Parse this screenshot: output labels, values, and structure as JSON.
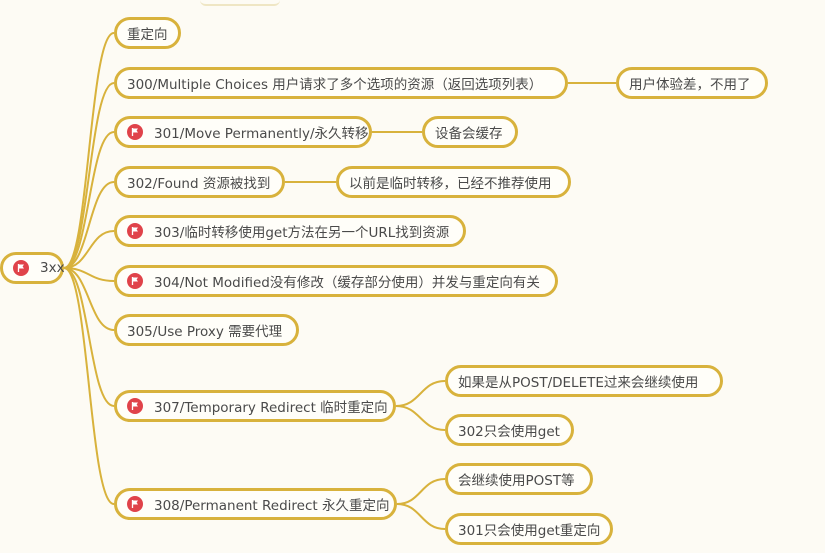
{
  "colors": {
    "line": "#d8b23c",
    "node_bg": "#fffef9",
    "flag": "#e0434a",
    "text": "#4a4a4a"
  },
  "root": {
    "label": "3xx",
    "icon": "flag-icon"
  },
  "branches": [
    {
      "label": "重定向",
      "flag": false,
      "children": []
    },
    {
      "label": "300/Multiple Choices 用户请求了多个选项的资源（返回选项列表）",
      "flag": false,
      "children": [
        "用户体验差，不用了"
      ]
    },
    {
      "label": "301/Move Permanently/永久转移",
      "flag": true,
      "children": [
        "设备会缓存"
      ]
    },
    {
      "label": "302/Found 资源被找到",
      "flag": false,
      "children": [
        "以前是临时转移，已经不推荐使用"
      ]
    },
    {
      "label": "303/临时转移使用get方法在另一个URL找到资源",
      "flag": true,
      "children": []
    },
    {
      "label": "304/Not Modified没有修改（缓存部分使用）并发与重定向有关",
      "flag": true,
      "children": []
    },
    {
      "label": "305/Use Proxy 需要代理",
      "flag": false,
      "children": []
    },
    {
      "label": "307/Temporary Redirect 临时重定向",
      "flag": true,
      "children": [
        "如果是从POST/DELETE过来会继续使用",
        "302只会使用get"
      ]
    },
    {
      "label": "308/Permanent Redirect 永久重定向",
      "flag": true,
      "children": [
        "会继续使用POST等",
        "301只会使用get重定向"
      ]
    }
  ]
}
